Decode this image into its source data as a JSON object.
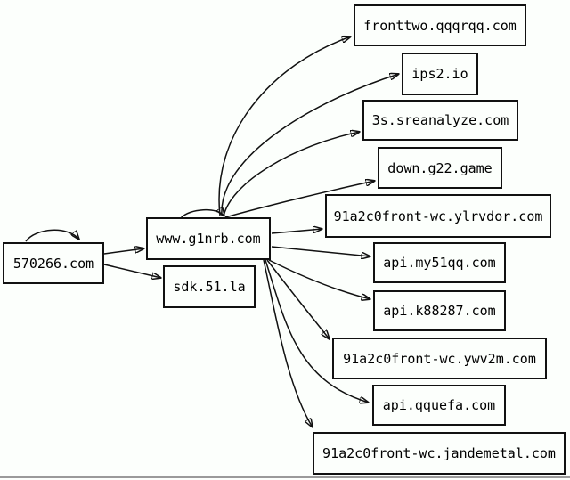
{
  "diagram": {
    "type": "directed-graph",
    "description": "Domain relationship graph rendered as boxes with arrow edges",
    "colors": {
      "background": "#fcfffc",
      "node_border": "#111111",
      "edge": "#111111",
      "text": "#000000",
      "bottom_divider": "#9a9a9a"
    },
    "nodes": [
      {
        "label": "570266.com"
      },
      {
        "label": "www.g1nrb.com"
      },
      {
        "label": "sdk.51.la"
      },
      {
        "label": "fronttwo.qqqrqq.com"
      },
      {
        "label": "ips2.io"
      },
      {
        "label": "3s.sreanalyze.com"
      },
      {
        "label": "down.g22.game"
      },
      {
        "label": "91a2c0front-wc.ylrvdor.com"
      },
      {
        "label": "api.my51qq.com"
      },
      {
        "label": "api.k88287.com"
      },
      {
        "label": "91a2c0front-wc.ywv2m.com"
      },
      {
        "label": "api.qquefa.com"
      },
      {
        "label": "91a2c0front-wc.jandemetal.com"
      }
    ],
    "edges": [
      {
        "from": "570266.com",
        "to": "570266.com"
      },
      {
        "from": "570266.com",
        "to": "www.g1nrb.com"
      },
      {
        "from": "570266.com",
        "to": "sdk.51.la"
      },
      {
        "from": "www.g1nrb.com",
        "to": "www.g1nrb.com"
      },
      {
        "from": "www.g1nrb.com",
        "to": "fronttwo.qqqrqq.com"
      },
      {
        "from": "www.g1nrb.com",
        "to": "ips2.io"
      },
      {
        "from": "www.g1nrb.com",
        "to": "3s.sreanalyze.com"
      },
      {
        "from": "www.g1nrb.com",
        "to": "down.g22.game"
      },
      {
        "from": "www.g1nrb.com",
        "to": "91a2c0front-wc.ylrvdor.com"
      },
      {
        "from": "www.g1nrb.com",
        "to": "api.my51qq.com"
      },
      {
        "from": "www.g1nrb.com",
        "to": "api.k88287.com"
      },
      {
        "from": "www.g1nrb.com",
        "to": "91a2c0front-wc.ywv2m.com"
      },
      {
        "from": "www.g1nrb.com",
        "to": "api.qquefa.com"
      },
      {
        "from": "www.g1nrb.com",
        "to": "91a2c0front-wc.jandemetal.com"
      }
    ]
  }
}
